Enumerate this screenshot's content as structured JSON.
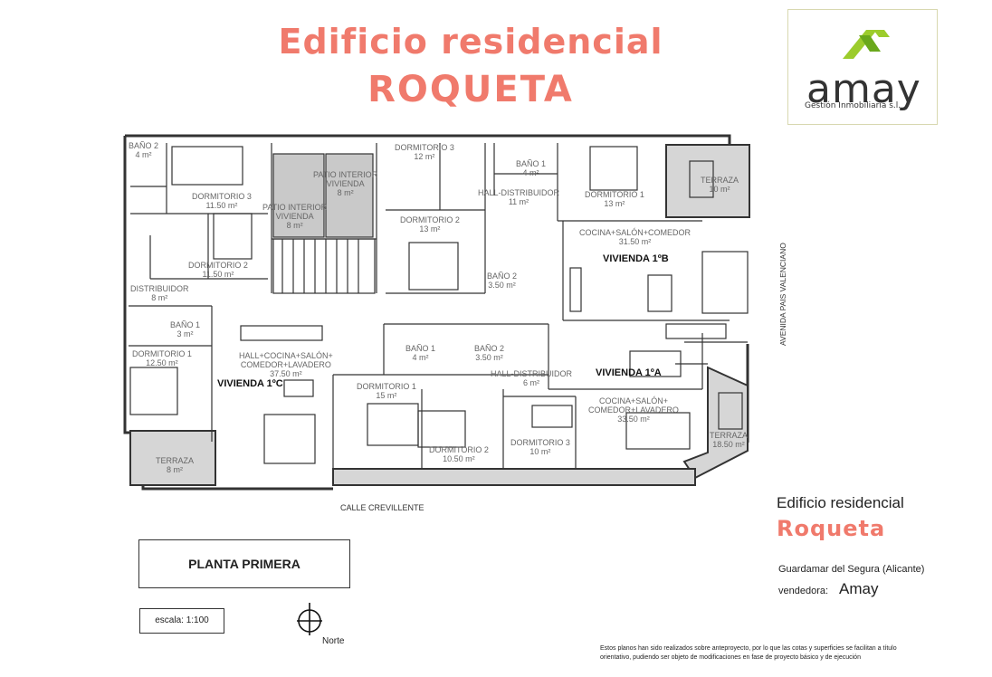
{
  "header": {
    "title_line1": "Edificio residencial",
    "title_line2": "ROQUETA"
  },
  "logo": {
    "mark_color": "#9ccc2c",
    "word": "amay",
    "subtitle": "Gestión Inmobiliaria s.l."
  },
  "rooms": {
    "bano2": {
      "name": "BAÑO 2",
      "area": "4 m²"
    },
    "dorm3_left": {
      "name": "DORMITORIO 3",
      "area": "11.50 m²"
    },
    "patio1": {
      "name": "PATIO INTERIOR",
      "name2": "VIVIENDA",
      "area": "8 m²"
    },
    "patio2": {
      "name": "PATIO INTERIOR",
      "name2": "VIVIENDA",
      "area": "8 m²"
    },
    "dorm3_b": {
      "name": "DORMITORIO 3",
      "area": "12 m²"
    },
    "bano1_b": {
      "name": "BAÑO 1",
      "area": "4 m²"
    },
    "terraza_b": {
      "name": "TERRAZA",
      "area": "10 m²"
    },
    "hall_b": {
      "name": "HALL-DISTRIBUIDOR",
      "area": "11 m²"
    },
    "dorm1_b": {
      "name": "DORMITORIO 1",
      "area": "13 m²"
    },
    "dorm2_b": {
      "name": "DORMITORIO 2",
      "area": "13 m²"
    },
    "dorm2_left": {
      "name": "DORMITORIO 2",
      "area": "11.50 m²"
    },
    "cocina_b": {
      "name": "COCINA+SALÓN+COMEDOR",
      "area": "31.50 m²"
    },
    "bano2_b": {
      "name": "BAÑO 2",
      "area": "3.50 m²"
    },
    "distribuidor_c": {
      "name": "DISTRIBUIDOR",
      "area": "8 m²"
    },
    "bano1_c": {
      "name": "BAÑO 1",
      "area": "3 m²"
    },
    "hall_cocina_c": {
      "name": "HALL+COCINA+SALÓN+",
      "name2": "COMEDOR+LAVADERO",
      "area": "37.50 m²"
    },
    "dorm1_c": {
      "name": "DORMITORIO 1",
      "area": "12.50 m²"
    },
    "bano1_a": {
      "name": "BAÑO 1",
      "area": "4 m²"
    },
    "bano2_a": {
      "name": "BAÑO 2",
      "area": "3.50 m²"
    },
    "hall_a": {
      "name": "HALL-DISTRIBUIDOR",
      "area": "6 m²"
    },
    "dorm1_a": {
      "name": "DORMITORIO 1",
      "area": "15 m²"
    },
    "cocina_a": {
      "name": "COCINA+SALÓN+",
      "name2": "COMEDOR+LAVADERO",
      "area": "33.50 m²"
    },
    "dorm2_a": {
      "name": "DORMITORIO 2",
      "area": "10.50 m²"
    },
    "dorm3_a": {
      "name": "DORMITORIO 3",
      "area": "10 m²"
    },
    "terraza_a": {
      "name": "TERRAZA",
      "area": "18.50 m²"
    },
    "terraza_c": {
      "name": "TERRAZA",
      "area": "8 m²"
    }
  },
  "units": {
    "v1b": "VIVIENDA 1ºB",
    "v1a": "VIVIENDA 1ºA",
    "v1c": "VIVIENDA 1ºC"
  },
  "streets": {
    "south": "CALLE CREVILLENTE",
    "east": "AVENIDA PAIS VALENCIANO"
  },
  "plan_info": {
    "floor": "PLANTA PRIMERA",
    "scale": "escala: 1:100",
    "north": "Norte"
  },
  "sidebar": {
    "line1": "Edificio residencial",
    "line2": "Roqueta",
    "location": "Guardamar del Segura (Alicante)",
    "seller_label": "vendedora:",
    "seller": "Amay"
  },
  "disclaimer": "Estos planos han sido realizados sobre anteproyecto, por lo que las cotas y superficies se facilitan a título orientativo, pudiendo ser objeto de modificaciones en fase de proyecto básico y de ejecución",
  "colors": {
    "accent": "#f07a6c",
    "wall": "#333333",
    "patio": "#c9c9c9",
    "terrace": "#d6d6d6"
  }
}
